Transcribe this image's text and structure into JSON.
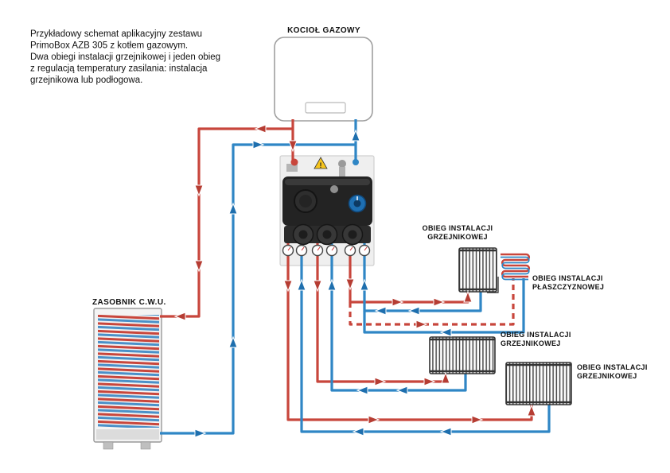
{
  "description": {
    "lines": [
      "Przykładowy schemat aplikacyjny zestawu",
      "PrimoBox AZB 305 z kotłem gazowym.",
      "Dwa obiegi instalacji grzejnikowej i jeden obieg",
      "z regulacją temperatury zasilania: instalacja",
      "grzejnikowa lub podłogowa."
    ]
  },
  "components": {
    "boiler_label": "KOCIOŁ GAZOWY",
    "tank_label": "ZASOBNIK C.W.U.",
    "warning_icon": "!"
  },
  "circuits": {
    "radiator_top": {
      "line1": "OBIEG INSTALACJI",
      "line2": "GRZEJNIKOWEJ"
    },
    "surface": {
      "line1": "OBIEG INSTALACJI",
      "line2": "PŁASZCZYZNOWEJ"
    },
    "radiator_middle": {
      "line1": "OBIEG INSTALACJI",
      "line2": "GRZEJNIKOWEJ"
    },
    "radiator_bottom": {
      "line1": "OBIEG INSTALACJI",
      "line2": "GRZEJNIKOWEJ"
    }
  },
  "legend_colors": {
    "supply": "#c8463c",
    "return": "#2f86c5"
  }
}
